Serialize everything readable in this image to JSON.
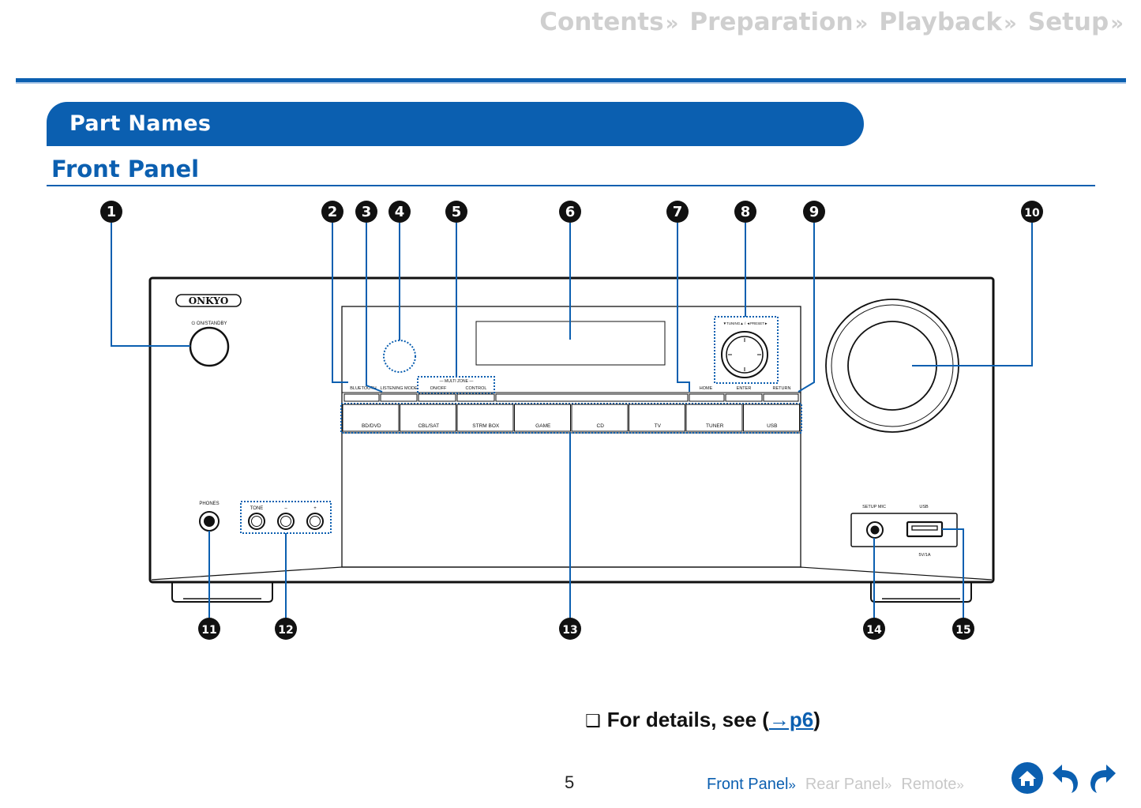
{
  "top_nav": [
    {
      "label": "Contents",
      "chevron": "»"
    },
    {
      "label": "Preparation",
      "chevron": "»"
    },
    {
      "label": "Playback",
      "chevron": "»"
    },
    {
      "label": "Setup",
      "chevron": "»"
    }
  ],
  "section_title": "Part Names",
  "subsection_title": "Front Panel",
  "brand": "ONKYO",
  "panel_labels": {
    "on_standby": "⏻ ON/STANDBY",
    "bluetooth": "BLUETOOTH",
    "listening_mode": "LISTENING MODE",
    "multi_zone": "— MULTI ZONE —",
    "on_off": "ON/OFF",
    "control": "CONTROL",
    "home": "HOME",
    "enter": "ENTER",
    "return": "RETURN",
    "tuning_preset": "▼TUNING▲ / ◄PRESET►",
    "phones": "PHONES",
    "tone": "TONE",
    "minus": "–",
    "plus": "+",
    "setup_mic": "SETUP MIC",
    "usb": "USB",
    "usb_rating": "5V/1A"
  },
  "input_buttons": [
    "BD/DVD",
    "CBL/SAT",
    "STRM BOX",
    "GAME",
    "CD",
    "TV",
    "TUNER",
    "USB"
  ],
  "callouts": [
    "1",
    "2",
    "3",
    "4",
    "5",
    "6",
    "7",
    "8",
    "9",
    "10",
    "11",
    "12",
    "13",
    "14",
    "15"
  ],
  "details": {
    "prefix": "For details, see (",
    "link": "→p6",
    "suffix": ")",
    "box_icon": "❑"
  },
  "page_number": "5",
  "bottom_nav": [
    {
      "label": "Front Panel",
      "active": true
    },
    {
      "label": "Rear Panel",
      "active": false
    },
    {
      "label": "Remote",
      "active": false
    }
  ],
  "bottom_chevron": "»",
  "icons": [
    "home-icon",
    "back-icon",
    "forward-icon"
  ],
  "colors": {
    "accent": "#0b5fb0",
    "nav_inactive": "#cfcfcf"
  }
}
